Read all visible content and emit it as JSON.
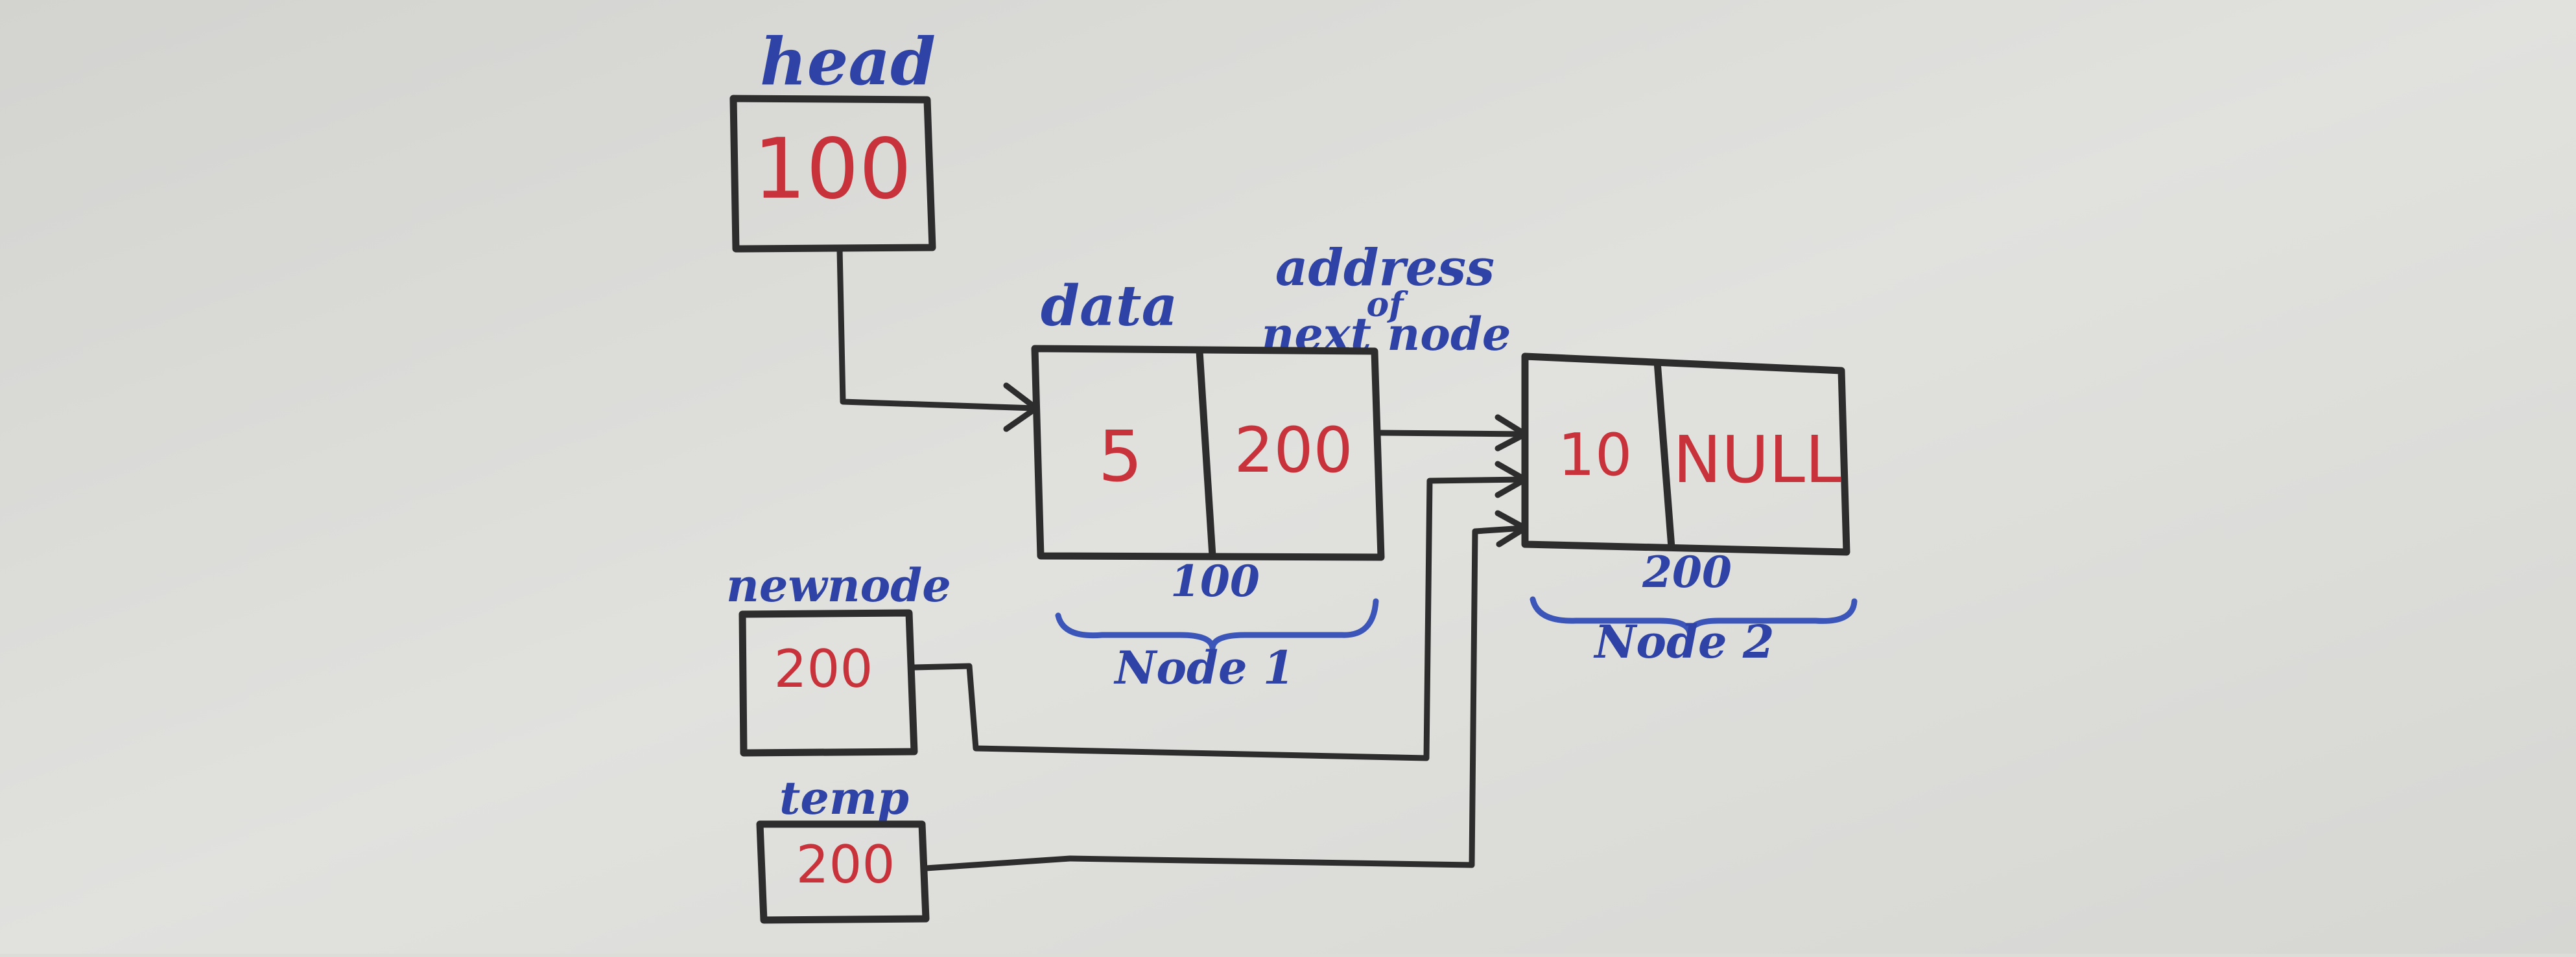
{
  "colors": {
    "board": "#dcdcd9",
    "marker_blue": "#2f43a6",
    "marker_red": "#c8323a",
    "marker_black": "#2d2d2d"
  },
  "head": {
    "label": "head",
    "value": "100"
  },
  "header_labels": {
    "data": "data",
    "address_line1": "address",
    "address_line2": "of",
    "address_line3": "next node"
  },
  "node1": {
    "data": "5",
    "next": "200",
    "address": "100",
    "name": "Node 1"
  },
  "node2": {
    "data": "10",
    "next": "NULL",
    "address": "200",
    "name": "Node 2"
  },
  "newnode": {
    "label": "newnode",
    "value": "200"
  },
  "temp": {
    "label": "temp",
    "value": "200"
  }
}
